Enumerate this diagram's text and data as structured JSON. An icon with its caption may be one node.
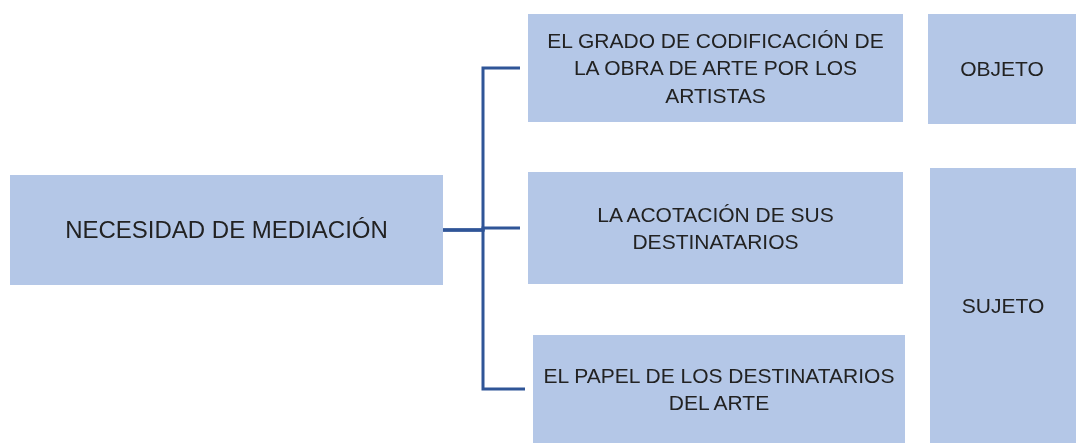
{
  "diagram": {
    "nodes": [
      {
        "text": [
          "NECESIDAD DE MEDIACIÓN"
        ]
      },
      {
        "text": [
          "EL GRADO DE CODIFICACIÓN DE LA OBRA DE ARTE POR LOS ARTISTAS"
        ]
      },
      {
        "text": [
          "LA ACOTACIÓN DE SUS DESTINATARIOS"
        ]
      },
      {
        "text": [
          "EL PAPEL DE LOS DESTINATARIOS DEL ARTE"
        ]
      },
      {
        "text": [
          "OBJETO"
        ]
      },
      {
        "text": [
          "SUJETO"
        ]
      }
    ],
    "edges": [
      {
        "from": 0,
        "to": 1,
        "arrow": "none"
      },
      {
        "from": 0,
        "to": 2,
        "arrow": "none"
      },
      {
        "from": 0,
        "to": 3,
        "arrow": "none"
      }
    ]
  }
}
